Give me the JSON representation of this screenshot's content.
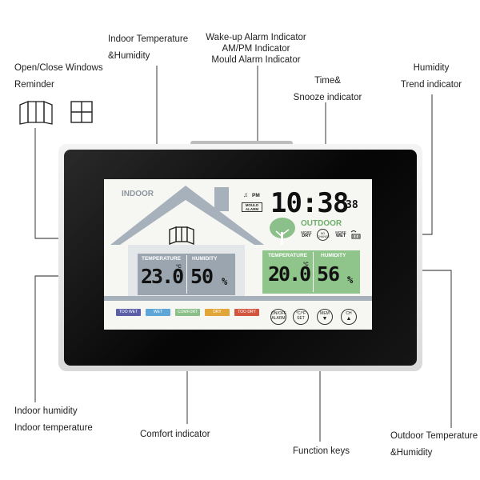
{
  "labels": {
    "indoor_temp_humidity": [
      "Indoor Temperature",
      "&Humidity"
    ],
    "alarm_indicators": [
      "Wake-up Alarm Indicator",
      "AM/PM Indicator",
      "Mould Alarm Indicator"
    ],
    "windows_reminder": [
      "Open/Close Windows",
      "Reminder"
    ],
    "time_snooze": [
      "Time&",
      "Snooze indicator"
    ],
    "humidity_trend": [
      "Humidity",
      "Trend indicator"
    ],
    "indoor_humidity_temperature": [
      "Indoor humidity",
      "Indoor temperature"
    ],
    "comfort": "Comfort indicator",
    "function_keys": "Function keys",
    "outdoor_temp_humidity": [
      "Outdoor Temperature",
      "&Humidity"
    ]
  },
  "screen": {
    "indoor_title": "INDOOR",
    "outdoor_title": "OUTDOOR",
    "pm": "PM",
    "mould_alarm": [
      "MOULD",
      "ALARM"
    ],
    "time": "10:38",
    "seconds": "38",
    "trend_words": [
      [
        "MORE",
        "DRY"
      ],
      [
        "NO",
        "CHANGE"
      ],
      [
        "MORE",
        "WET"
      ]
    ],
    "indoor_temp_label": "TEMPERATURE",
    "indoor_hum_label": "HUMIDITY",
    "indoor_temp": "23.0",
    "indoor_hum": "50",
    "outdoor_temp_label": "TEMPERATURE",
    "outdoor_hum_label": "HUMIDITY",
    "outdoor_temp": "20.0",
    "outdoor_hum": "56",
    "unit_c": "°C",
    "unit_pct": "%",
    "comfort_levels": [
      {
        "label": "TOO WET",
        "color": "#5a5fa8"
      },
      {
        "label": "WET",
        "color": "#5ea6d8"
      },
      {
        "label": "COMFORT",
        "color": "#8cc08a"
      },
      {
        "label": "DRY",
        "color": "#e2a53a"
      },
      {
        "label": "TOO DRY",
        "color": "#d2553d"
      }
    ],
    "keys": [
      [
        "ON/OFF",
        "ALARM"
      ],
      [
        "°C/°F",
        "SET"
      ],
      [
        "MEM",
        ""
      ],
      [
        "CH",
        ""
      ]
    ]
  },
  "colors": {
    "house": "#a7b1bb",
    "indoor_panel": "#9aa5b0",
    "outdoor_panel": "#8fc48a",
    "tree": "#8cc08a",
    "outdoor_title": "#6fae6a"
  }
}
